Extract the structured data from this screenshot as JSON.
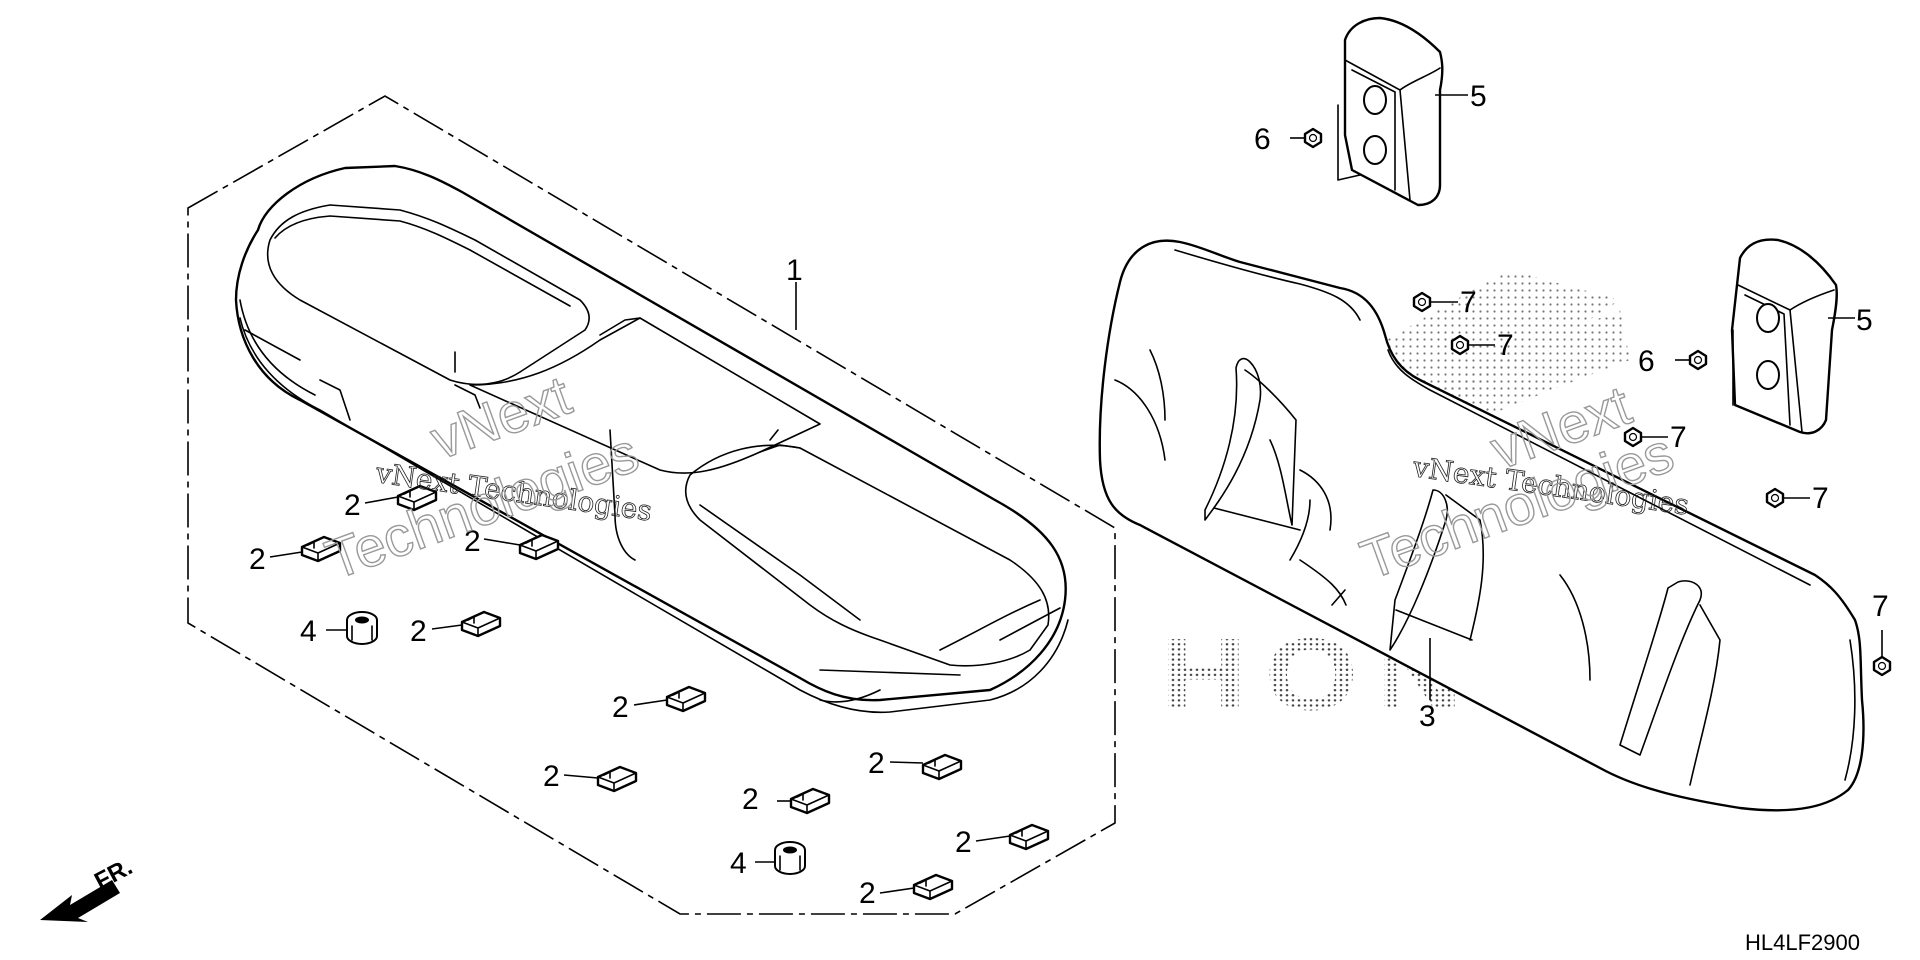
{
  "diagram": {
    "reference_code": "HL4LF2900",
    "front_indicator": "FR.",
    "watermark": {
      "line1": "vNext Technologies",
      "line2a": "vNext",
      "line2b": "Technologies",
      "brand": "HONDA"
    },
    "callouts": {
      "seat_cushion": "1",
      "clip": "2",
      "seat_back": "3",
      "grommet": "4",
      "headrest": "5",
      "headrest_screw": "6",
      "back_clip": "7"
    }
  }
}
